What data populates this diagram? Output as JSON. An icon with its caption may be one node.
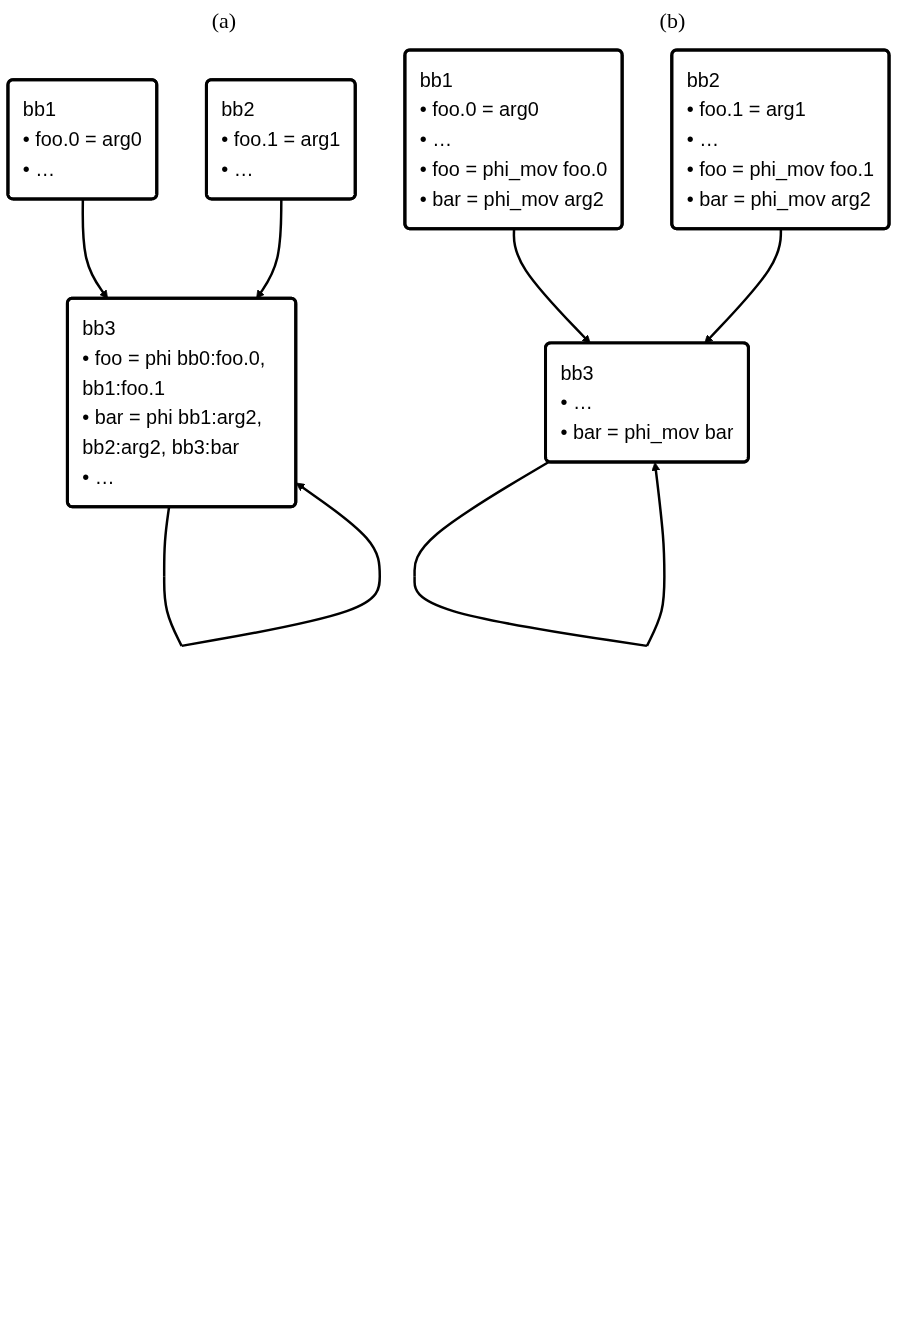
{
  "diagram": {
    "nodes": [
      {
        "text": [
          "bb1",
          "• foo.0 = arg0",
          "• …"
        ]
      },
      {
        "text": [
          "bb2",
          "• foo.1 = arg1",
          "• …"
        ]
      },
      {
        "text": [
          "bb3",
          "• foo = phi bb0:foo.0, bb1:foo.1",
          "• bar = phi bb1:arg2, bb2:arg2, bb3:bar",
          "• …"
        ]
      },
      {
        "text": [
          "bb1",
          "• foo.0 = arg0",
          "• …",
          "• foo = phi_mov foo.0",
          "• bar = phi_mov arg2"
        ]
      },
      {
        "text": [
          "bb2",
          "• foo.1 = arg1",
          "• …",
          "• foo = phi_mov foo.1",
          "• bar = phi_mov arg2"
        ]
      },
      {
        "text": [
          "bb3",
          "• …",
          "• bar = phi_mov bar"
        ]
      }
    ],
    "edges": [
      {
        "from": 0,
        "to": 2,
        "arrow": "to"
      },
      {
        "from": 1,
        "to": 2,
        "arrow": "to"
      },
      {
        "from": 2,
        "to": 2,
        "arrow": "to"
      },
      {
        "from": 3,
        "to": 5,
        "arrow": "to"
      },
      {
        "from": 4,
        "to": 5,
        "arrow": "to"
      },
      {
        "from": 5,
        "to": 5,
        "arrow": "to"
      }
    ],
    "labels": [
      "(a)",
      "(b)"
    ]
  }
}
